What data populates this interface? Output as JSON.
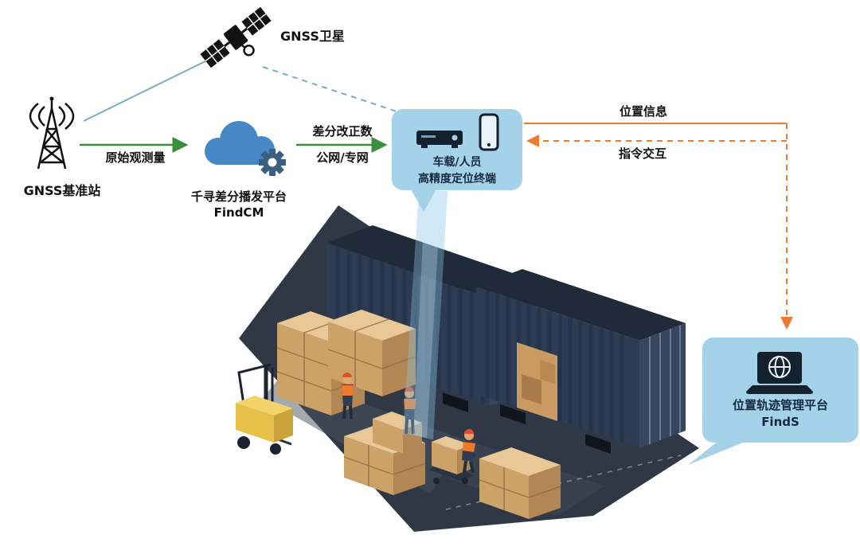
{
  "labels": {
    "satellite": "GNSS卫星",
    "base_station": "GNSS基准站",
    "raw_observation": "原始观测量",
    "cloud_platform": "千寻差分播发平台",
    "cloud_platform_name": "FindCM",
    "correction_line1": "差分改正数",
    "correction_line2": "公网/专网",
    "terminal_line1": "车载/人员",
    "terminal_line2": "高精度定位终端",
    "position_info": "位置信息",
    "command_interaction": "指令交互",
    "mgmt_platform": "位置轨迹管理平台",
    "mgmt_platform_name": "FindS"
  },
  "icons": {
    "satellite": "satellite-icon",
    "base_station": "antenna-tower-icon",
    "cloud_platform": "cloud-gear-icon",
    "terminal_receiver": "receiver-device-icon",
    "terminal_phone": "smartphone-icon",
    "mgmt_platform": "laptop-globe-icon"
  },
  "colors": {
    "green": "#3a8f3f",
    "orange": "#ee7c30",
    "teal": "#7aaebc",
    "panel": "#a4d2e9",
    "panel-text": "#14293f",
    "cloud": "#4688c7",
    "gear": "#3c5e80",
    "floor": "#2f3844",
    "c-front": "#2d3c52",
    "c-top": "#202b3a",
    "c-end": "#37465e",
    "box-front": "#cda269",
    "box-top": "#e8c897",
    "box-side": "#b28753",
    "forklift": "#e7c04a",
    "vest": "#ef7a2e",
    "beam": "#8cc3e6"
  }
}
